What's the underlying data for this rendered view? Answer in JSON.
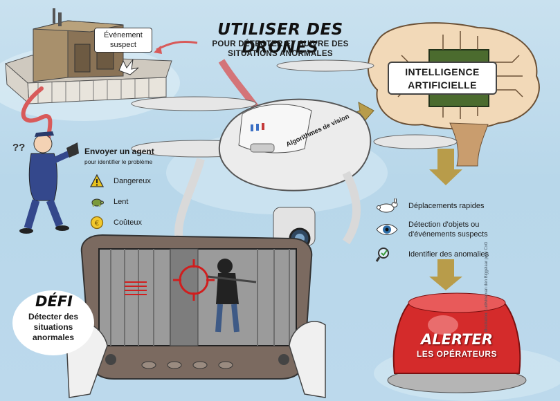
{
  "title": {
    "main": "Utiliser des drones",
    "sub": "pour détecter et suivre des situations anormales"
  },
  "event_bubble": "Événement suspect",
  "ai_label": "Intelligence artificielle",
  "vision_arrow": "Algorithmes de vision",
  "agent": {
    "title": "Envoyer un agent",
    "subtitle": "pour identifier le problème",
    "question_marks": "??",
    "traits": [
      {
        "icon": "warning-icon",
        "label": "Dangereux"
      },
      {
        "icon": "turtle-icon",
        "label": "Lent"
      },
      {
        "icon": "euro-coin-icon",
        "label": "Coûteux"
      }
    ]
  },
  "features": [
    {
      "icon": "rabbit-icon",
      "label": "Déplacements rapides"
    },
    {
      "icon": "eye-icon",
      "label": "Détection d'objets ou d'événements suspects"
    },
    {
      "icon": "magnifier-check-icon",
      "label": "Identifier des anomalies"
    }
  ],
  "defi": {
    "title": "Défi",
    "text": "Détecter des situations anormales"
  },
  "alert": {
    "title": "Alerter",
    "subtitle": "les opérateurs"
  },
  "credit": "Illustration: Ludivine van den Biggelaar pour CxG",
  "colors": {
    "sky": "#bcd9ec",
    "brain": "#f2d9b8",
    "arrow": "#b89c4a",
    "alarm": "#d42b2b",
    "target": "#d01e1e"
  }
}
